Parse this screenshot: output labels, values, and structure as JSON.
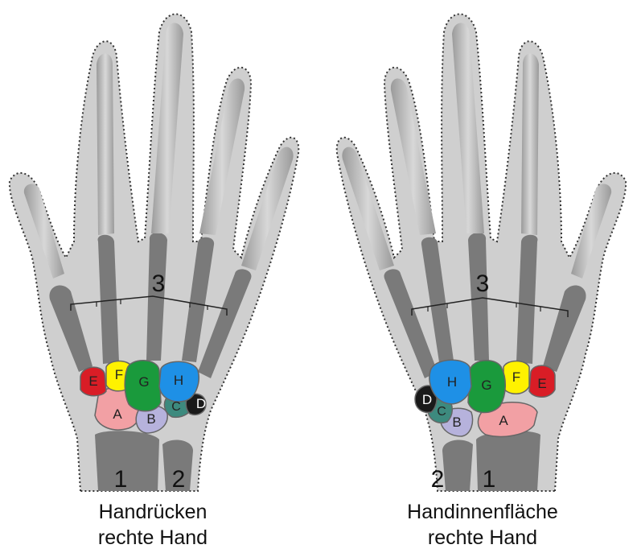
{
  "left_hand": {
    "caption_line1": "Handrücken",
    "caption_line2": "rechte Hand",
    "label_metacarpal": "3",
    "label_radius": "1",
    "label_ulna": "2",
    "carpals": {
      "A": "A",
      "B": "B",
      "C": "C",
      "D": "D",
      "E": "E",
      "F": "F",
      "G": "G",
      "H": "H"
    }
  },
  "right_hand": {
    "caption_line1": "Handinnenfläche",
    "caption_line2": "rechte Hand",
    "label_metacarpal": "3",
    "label_radius": "1",
    "label_ulna": "2",
    "carpals": {
      "A": "A",
      "B": "B",
      "C": "C",
      "D": "D",
      "E": "E",
      "F": "F",
      "G": "G",
      "H": "H"
    }
  },
  "colors": {
    "A": "#f2a0a4",
    "B": "#b6b2dc",
    "C": "#3d8a7e",
    "D": "#1a1a1a",
    "E": "#d91d26",
    "F": "#fff200",
    "G": "#1a9a3c",
    "H": "#1e90e6",
    "soft_tissue": "#cfcfcf",
    "bone_dark": "#7a7a7a",
    "bone_light": "#b4b4b4"
  }
}
